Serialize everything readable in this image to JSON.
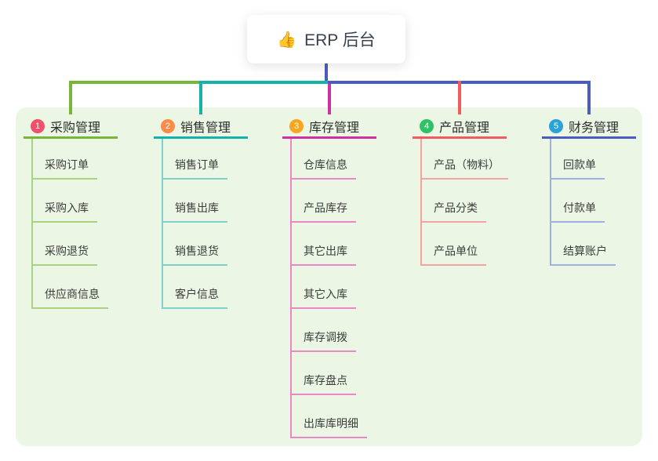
{
  "root": {
    "icon": "👍",
    "label": "ERP 后台"
  },
  "colors": {
    "canvas_bg": "#ffffff",
    "panel_bg": "#ebf7e4",
    "root_connector": "#4a5cc0"
  },
  "branches": [
    {
      "num": "1",
      "label": "采购管理",
      "badge_color": "#f2506a",
      "line_color": "#78b637",
      "child_line_color": "#a9d37f",
      "children": [
        "采购订单",
        "采购入库",
        "采购退货",
        "供应商信息"
      ]
    },
    {
      "num": "2",
      "label": "销售管理",
      "badge_color": "#fb8b48",
      "line_color": "#14b2ac",
      "child_line_color": "#7fd0ca",
      "children": [
        "销售订单",
        "销售出库",
        "销售退货",
        "客户信息"
      ]
    },
    {
      "num": "3",
      "label": "库存管理",
      "badge_color": "#f7a61f",
      "line_color": "#ce32a0",
      "child_line_color": "#ec87c5",
      "children": [
        "仓库信息",
        "产品库存",
        "其它出库",
        "其它入库",
        "库存调拨",
        "库存盘点",
        "出库库明细"
      ]
    },
    {
      "num": "4",
      "label": "产品管理",
      "badge_color": "#30c165",
      "line_color": "#f25b5e",
      "child_line_color": "#f6a2a2",
      "children": [
        "产品（物料）",
        "产品分类",
        "产品单位"
      ]
    },
    {
      "num": "5",
      "label": "财务管理",
      "badge_color": "#2aa3d6",
      "line_color": "#4a5cc0",
      "child_line_color": "#9fb1e0",
      "children": [
        "回款单",
        "付款单",
        "结算账户"
      ]
    }
  ]
}
